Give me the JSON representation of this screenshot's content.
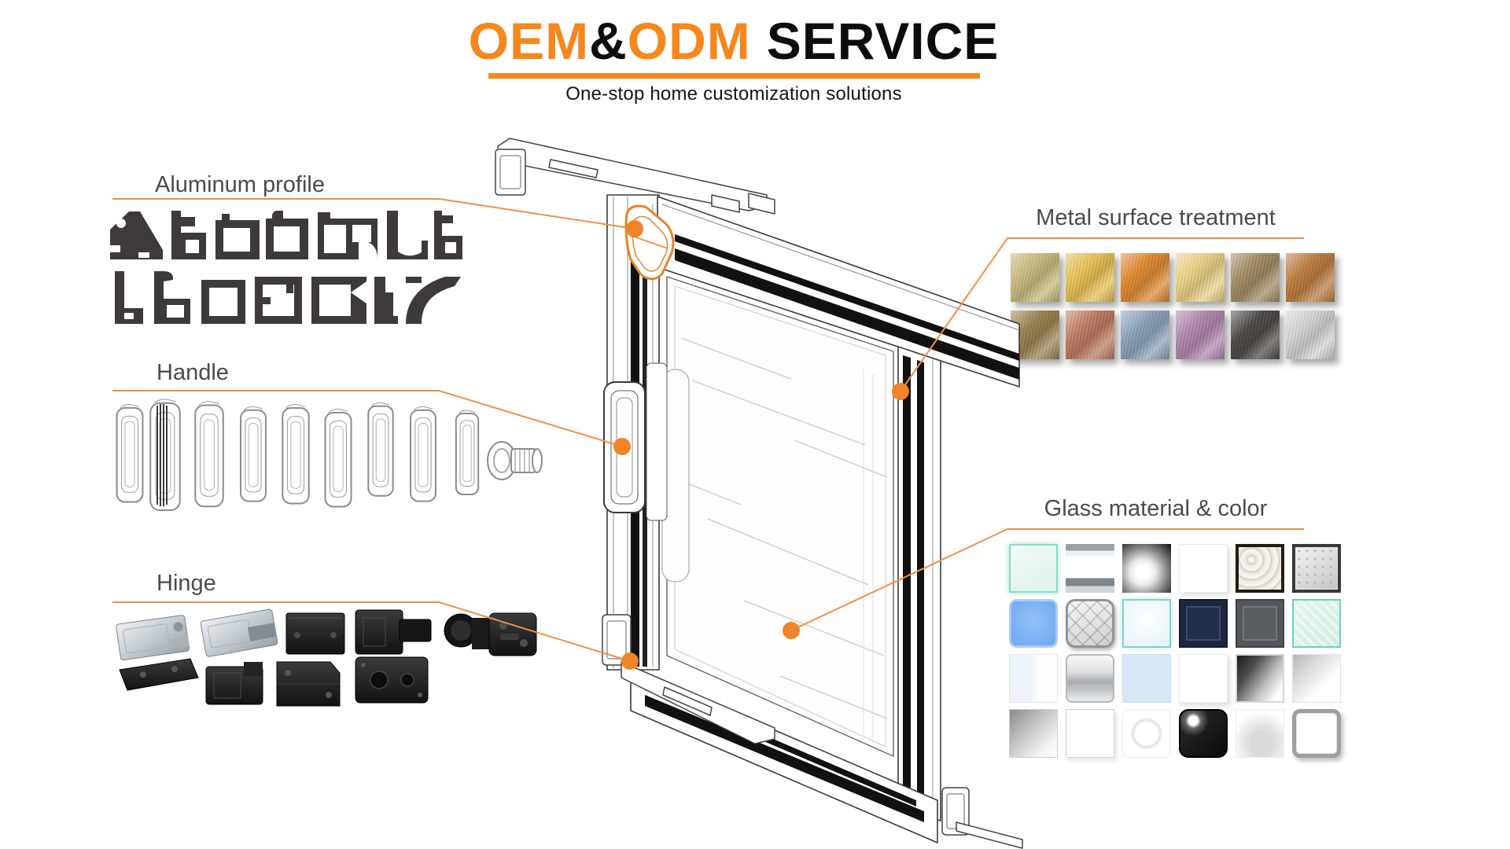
{
  "header": {
    "title_oem": "OEM",
    "title_amp": "&",
    "title_odm": "ODM",
    "title_service": "SERVICE",
    "subtitle": "One-stop home customization solutions"
  },
  "colors": {
    "accent_orange": "#F6871D",
    "callout_orange": "#EF8D38",
    "label_gray": "#4B4B4B"
  },
  "sections": {
    "aluminum_profile": {
      "label": "Aluminum profile"
    },
    "handle": {
      "label": "Handle"
    },
    "hinge": {
      "label": "Hinge"
    },
    "metal_surface": {
      "label": "Metal surface treatment"
    },
    "glass": {
      "label": "Glass material & color"
    }
  },
  "metal_surface": {
    "swatches": [
      {
        "name": "pale-gold",
        "color": "#C8BC7E"
      },
      {
        "name": "gold",
        "color": "#E9C254"
      },
      {
        "name": "orange-copper",
        "color": "#E18A2F"
      },
      {
        "name": "champagne",
        "color": "#EBD387"
      },
      {
        "name": "bronze-taupe",
        "color": "#A28C62"
      },
      {
        "name": "copper-brown",
        "color": "#BD7C3E"
      },
      {
        "name": "antique-bronze",
        "color": "#9B8351"
      },
      {
        "name": "rose-copper",
        "color": "#C07A60"
      },
      {
        "name": "steel-blue",
        "color": "#8DA4BC"
      },
      {
        "name": "mauve",
        "color": "#B286AD"
      },
      {
        "name": "graphite",
        "color": "#4C4846"
      },
      {
        "name": "silver",
        "color": "#D4D4D4"
      }
    ]
  },
  "glass": {
    "swatches": [
      {
        "name": "clear-glass",
        "kind": "clear-teal"
      },
      {
        "name": "mirror-stripe",
        "kind": "mirror-bands"
      },
      {
        "name": "frosted-glow",
        "kind": "glow-dark"
      },
      {
        "name": "ultra-white",
        "kind": "white"
      },
      {
        "name": "textured-glass",
        "kind": "textured-frame"
      },
      {
        "name": "patterned-metallic",
        "kind": "dotted-metal"
      },
      {
        "name": "blue-glass",
        "kind": "blue"
      },
      {
        "name": "quilted-mirror",
        "kind": "quilted"
      },
      {
        "name": "frosted-blue",
        "kind": "pale-teal"
      },
      {
        "name": "navy-glass",
        "kind": "navy"
      },
      {
        "name": "smoked-gray",
        "kind": "dark-gray"
      },
      {
        "name": "green-tinted",
        "kind": "mint"
      },
      {
        "name": "low-iron-white",
        "kind": "white-hint"
      },
      {
        "name": "silver-mirror",
        "kind": "silver-mirror"
      },
      {
        "name": "sky-blue",
        "kind": "light-blue"
      },
      {
        "name": "pure-white",
        "kind": "white"
      },
      {
        "name": "gradient-smoke",
        "kind": "bw-gradient"
      },
      {
        "name": "reflective-white",
        "kind": "gray-sweep"
      },
      {
        "name": "gray-mirror",
        "kind": "gray-mirror"
      },
      {
        "name": "matte-white",
        "kind": "white-tan"
      },
      {
        "name": "etched-swirl",
        "kind": "swirl"
      },
      {
        "name": "glossy-black",
        "kind": "gloss-black"
      },
      {
        "name": "pearl-white",
        "kind": "soft-gray"
      },
      {
        "name": "chrome-framed",
        "kind": "chrome-frame"
      }
    ]
  }
}
